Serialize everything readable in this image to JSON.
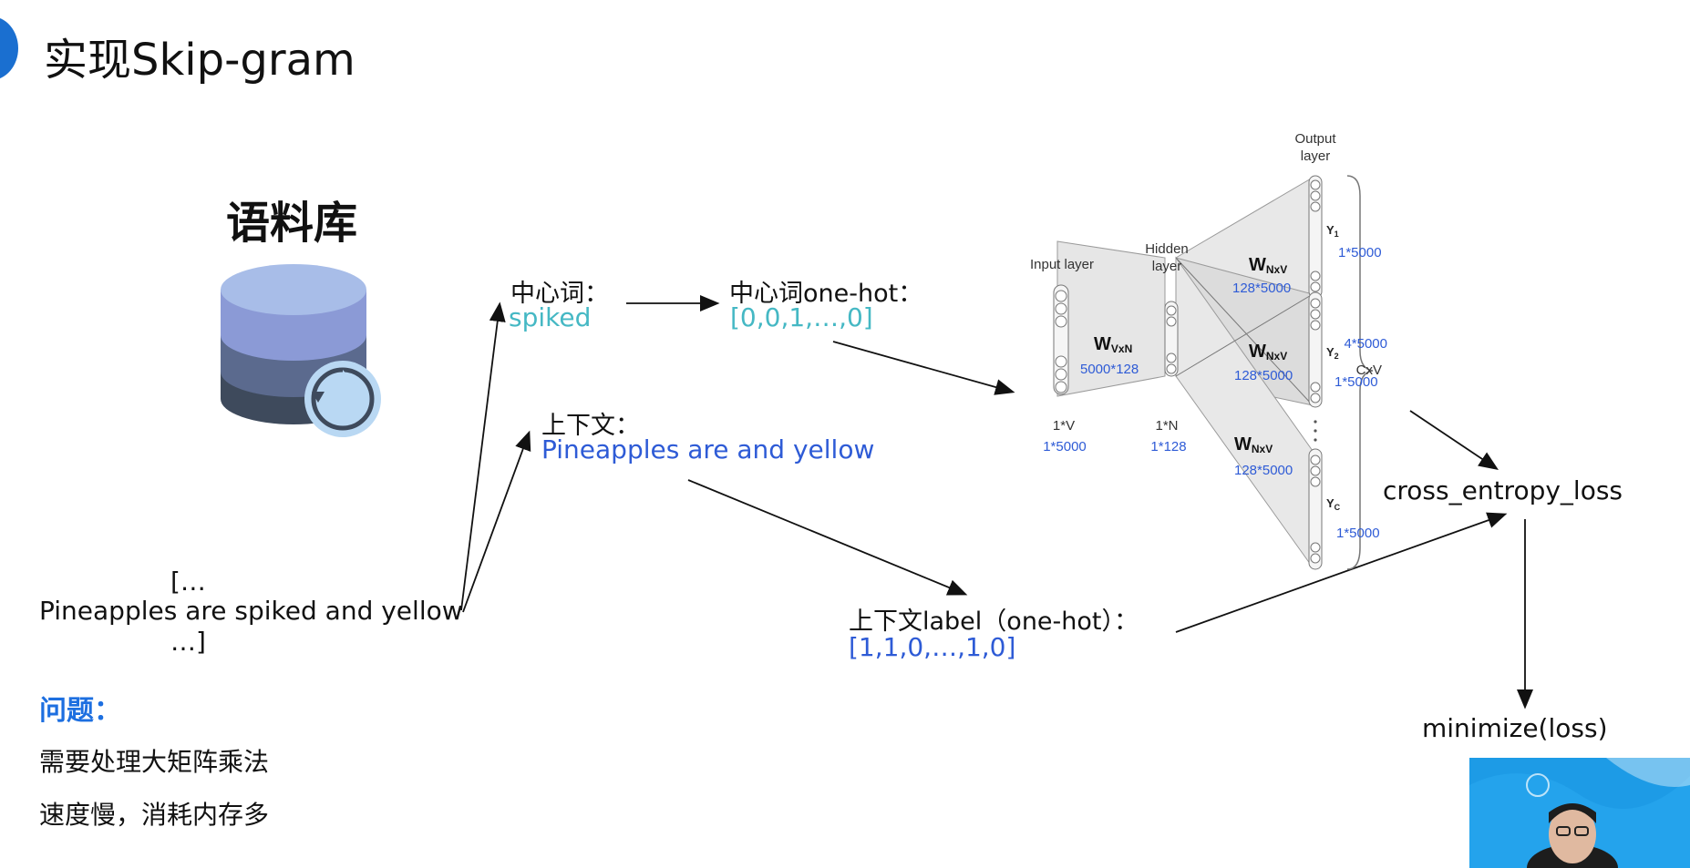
{
  "title": "实现Skip-gram",
  "corpus": {
    "heading": "语料库",
    "text_lines": [
      "[…",
      "Pineapples are spiked and yellow",
      "…]"
    ]
  },
  "center_word": {
    "label": "中心词：",
    "value": "spiked"
  },
  "center_onehot": {
    "label": "中心词one-hot：",
    "value": "[0,0,1,…,0]"
  },
  "context": {
    "label": "上下文：",
    "value": "Pineapples are and yellow"
  },
  "context_label": {
    "label": "上下文label（one-hot）：",
    "value": "[1,1,0,…,1,0]"
  },
  "problem": {
    "heading": "问题：",
    "items": [
      "需要处理大矩阵乘法",
      "速度慢，消耗内存多"
    ]
  },
  "network": {
    "input_layer": "Input layer",
    "hidden_layer": [
      "Hidden",
      "layer"
    ],
    "output_layer": [
      "Output",
      "layer"
    ],
    "w_vxn": "W",
    "w_vxn_sub": "VxN",
    "w_vxn_dim": "5000*128",
    "w_nxv": "W",
    "w_nxv_sub": "NxV",
    "w_nxv_dim": "128*5000",
    "input_dim": "1*V",
    "input_size": "1*5000",
    "hidden_dim": "1*N",
    "hidden_size": "1*128",
    "y1": "Y",
    "y1_sub": "1",
    "y2": "Y",
    "y2_sub": "2",
    "yc": "Y",
    "yc_sub": "C",
    "out_size": "1*5000",
    "brace_dim": "4*5000",
    "brace_label": "CxV"
  },
  "loss": "cross_entropy_loss",
  "minimize": "minimize(loss)",
  "colors": {
    "teal": "#45b8c4",
    "blue": "#2e5bd6",
    "heading_blue": "#1d6fe0"
  }
}
